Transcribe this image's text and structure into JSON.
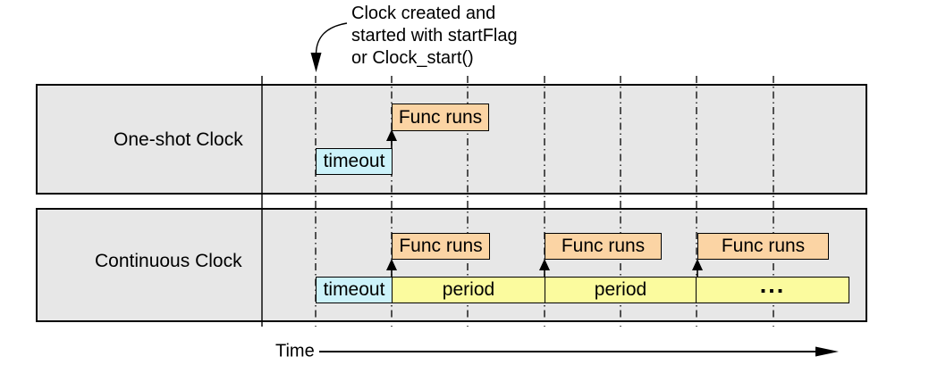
{
  "annotation": {
    "line1": "Clock created and",
    "line2": "started with startFlag",
    "line3": "or Clock_start()"
  },
  "rows": {
    "oneshot": {
      "label": "One-shot Clock",
      "timeout": "timeout",
      "func": "Func runs"
    },
    "continuous": {
      "label": "Continuous Clock",
      "timeout": "timeout",
      "func1": "Func runs",
      "func2": "Func runs",
      "func3": "Func runs",
      "period1": "period",
      "period2": "period",
      "ellipsis": "..."
    }
  },
  "time_axis": {
    "label": "Time"
  },
  "colors": {
    "row_fill": "#e7e7e7",
    "timeout_fill": "#ccf2fa",
    "func_fill": "#fbd4a4",
    "period_fill": "#fbfb9e",
    "line_color": "#000000"
  }
}
